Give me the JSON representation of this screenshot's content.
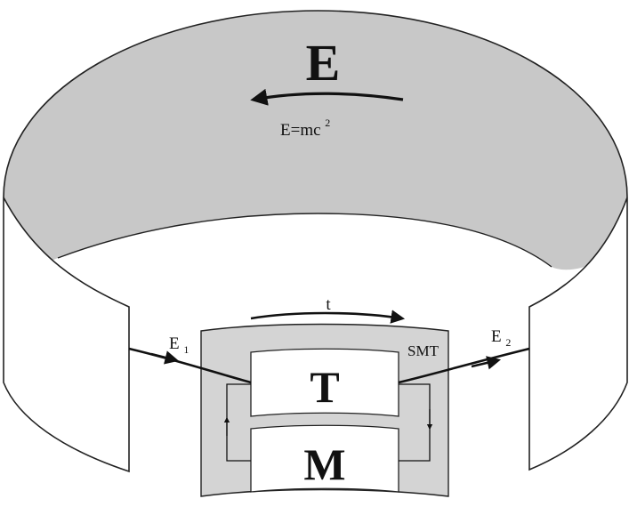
{
  "diagram": {
    "energy_symbol": "E",
    "equation_base": "E=mc",
    "equation_exponent": "2",
    "time_label": "t",
    "input_label_base": "E",
    "input_label_sub": "1",
    "output_label_base": "E",
    "output_label_sub": "2",
    "smt_label": "SMT",
    "upper_box_label": "T",
    "lower_box_label": "M"
  },
  "colors": {
    "ring_interior": "#c8c8c8",
    "device_panel": "#d4d4d4",
    "outline": "#222222",
    "background": "#ffffff"
  }
}
